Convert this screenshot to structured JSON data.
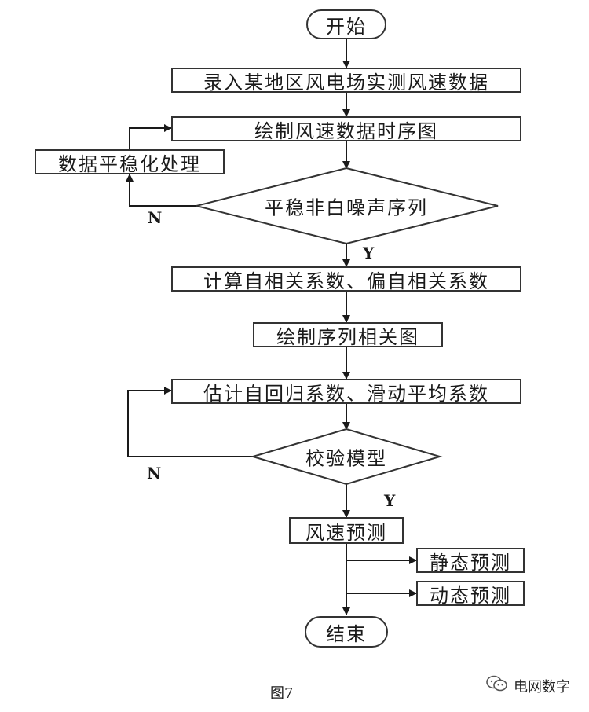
{
  "flowchart": {
    "start": "开始",
    "end": "结束",
    "steps": {
      "input": "录入某地区风电场实测风速数据",
      "plot_series": "绘制风速数据时序图",
      "stationarize": "数据平稳化处理",
      "stationary_check": "平稳非白噪声序列",
      "compute_acf": "计算自相关系数、偏自相关系数",
      "plot_corr": "绘制序列相关图",
      "estimate": "估计自回归系数、滑动平均系数",
      "validate": "校验模型",
      "forecast": "风速预测",
      "static": "静态预测",
      "dynamic": "动态预测"
    },
    "labels": {
      "yes": "Y",
      "no": "N"
    }
  },
  "caption": "图7",
  "watermark": {
    "text": "电网数字",
    "icon": "wechat-icon"
  },
  "colors": {
    "line": "#1a1a1a",
    "border": "#333333",
    "background": "#ffffff"
  }
}
